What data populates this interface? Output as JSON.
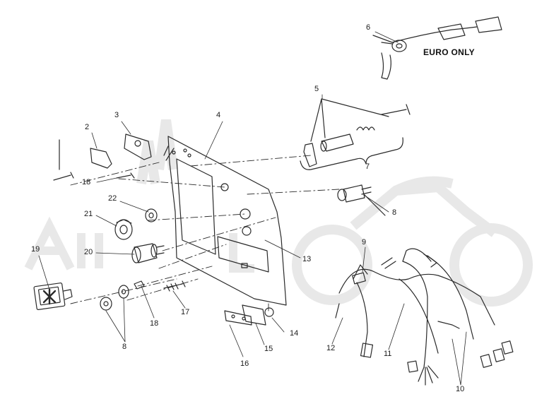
{
  "diagram": {
    "note": "EURO ONLY",
    "callouts": [
      "6",
      "5",
      "7",
      "8",
      "4",
      "3",
      "2",
      "18",
      "22",
      "21",
      "20",
      "19",
      "9",
      "13",
      "17",
      "18",
      "8",
      "14",
      "15",
      "16",
      "12",
      "11",
      "10"
    ]
  },
  "colors": {
    "line": "#2a2a2a",
    "watermark": "#e6e6e6"
  }
}
